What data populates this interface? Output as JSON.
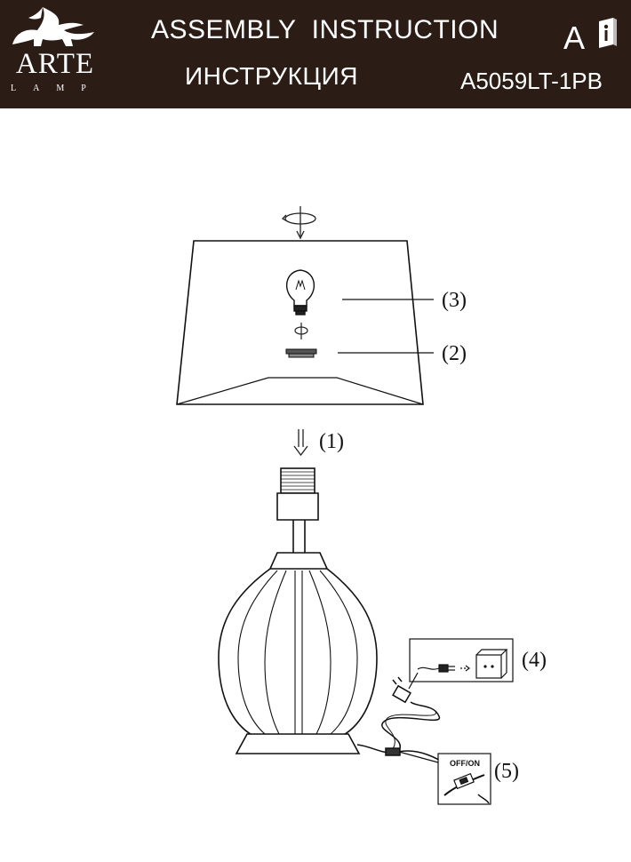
{
  "header": {
    "brand": "ARTE",
    "brand_sub": "LAMP",
    "title_en": "ASSEMBLY  INSTRUCTION",
    "title_ru": "ИНСТРУКЦИЯ",
    "language_letter": "A",
    "model": "A5059LT-1PB",
    "background_color": "#2b1d15"
  },
  "icons": {
    "logo": "griffin-logo-icon",
    "info_book": "info-book-icon"
  },
  "diagram": {
    "callouts": [
      "(1)",
      "(2)",
      "(3)",
      "(4)",
      "(5)"
    ],
    "switch_label": "OFF/ON"
  }
}
